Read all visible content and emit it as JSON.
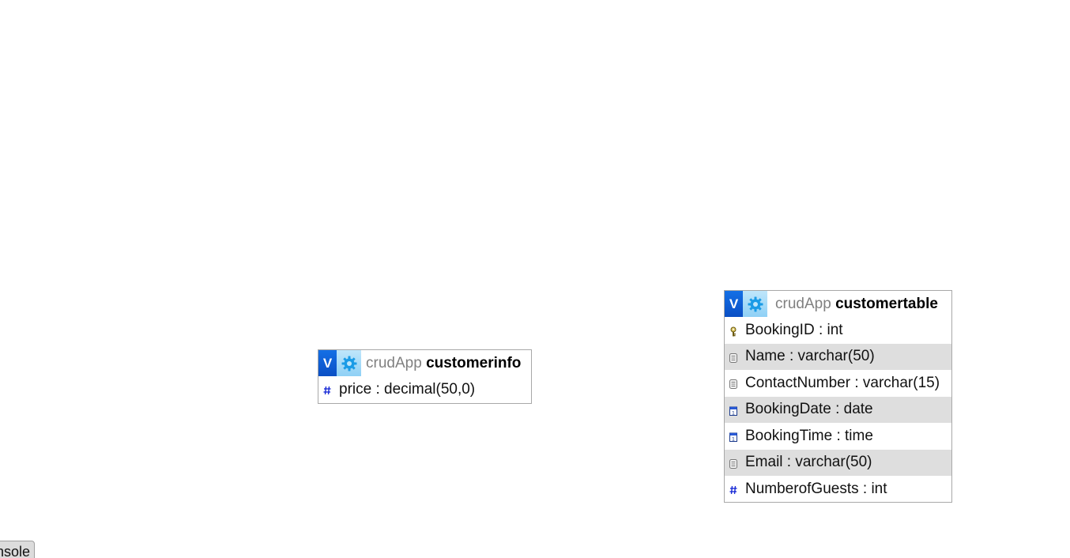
{
  "tables": [
    {
      "db": "crudApp",
      "name": "customerinfo",
      "columns": [
        {
          "label": "price : decimal(50,0)",
          "type_icon": "numeric-icon"
        }
      ]
    },
    {
      "db": "crudApp",
      "name": "customertable",
      "columns": [
        {
          "label": "BookingID : int",
          "type_icon": "primary-key-icon"
        },
        {
          "label": "Name : varchar(50)",
          "type_icon": "text-icon"
        },
        {
          "label": "ContactNumber : varchar(15)",
          "type_icon": "text-icon"
        },
        {
          "label": "BookingDate : date",
          "type_icon": "date-icon"
        },
        {
          "label": "BookingTime : time",
          "type_icon": "date-icon"
        },
        {
          "label": "Email : varchar(50)",
          "type_icon": "text-icon"
        },
        {
          "label": "NumberofGuests : int",
          "type_icon": "numeric-icon"
        }
      ]
    }
  ],
  "header_buttons": {
    "toggle_label": "V",
    "toggle_color": "#0a5ad6",
    "options_color": "#9fd8f7"
  },
  "console": {
    "label": "nsole"
  }
}
